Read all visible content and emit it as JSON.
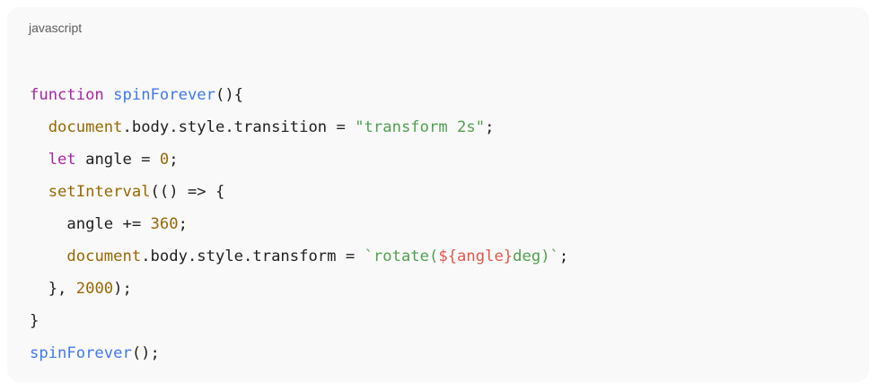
{
  "code_block": {
    "language": "javascript",
    "lines": [
      [
        {
          "t": "function",
          "c": "kw"
        },
        {
          "t": " ",
          "c": "pl"
        },
        {
          "t": "spinForever",
          "c": "fn"
        },
        {
          "t": "(){",
          "c": "pl"
        }
      ],
      [
        {
          "t": "  ",
          "c": "pl"
        },
        {
          "t": "document",
          "c": "obj"
        },
        {
          "t": ".body.style.transition = ",
          "c": "pl"
        },
        {
          "t": "\"transform 2s\"",
          "c": "str"
        },
        {
          "t": ";",
          "c": "pl"
        }
      ],
      [
        {
          "t": "  ",
          "c": "pl"
        },
        {
          "t": "let",
          "c": "kw"
        },
        {
          "t": " angle = ",
          "c": "pl"
        },
        {
          "t": "0",
          "c": "num"
        },
        {
          "t": ";",
          "c": "pl"
        }
      ],
      [
        {
          "t": "  ",
          "c": "pl"
        },
        {
          "t": "setInterval",
          "c": "obj"
        },
        {
          "t": "(() => {",
          "c": "pl"
        }
      ],
      [
        {
          "t": "    angle += ",
          "c": "pl"
        },
        {
          "t": "360",
          "c": "num"
        },
        {
          "t": ";",
          "c": "pl"
        }
      ],
      [
        {
          "t": "    ",
          "c": "pl"
        },
        {
          "t": "document",
          "c": "obj"
        },
        {
          "t": ".body.style.transform = ",
          "c": "pl"
        },
        {
          "t": "`rotate(",
          "c": "str"
        },
        {
          "t": "${angle}",
          "c": "interp"
        },
        {
          "t": "deg)`",
          "c": "str"
        },
        {
          "t": ";",
          "c": "pl"
        }
      ],
      [
        {
          "t": "  }, ",
          "c": "pl"
        },
        {
          "t": "2000",
          "c": "num"
        },
        {
          "t": ");",
          "c": "pl"
        }
      ],
      [
        {
          "t": "}",
          "c": "pl"
        }
      ],
      [
        {
          "t": "spinForever",
          "c": "fn"
        },
        {
          "t": "();",
          "c": "pl"
        }
      ]
    ]
  }
}
